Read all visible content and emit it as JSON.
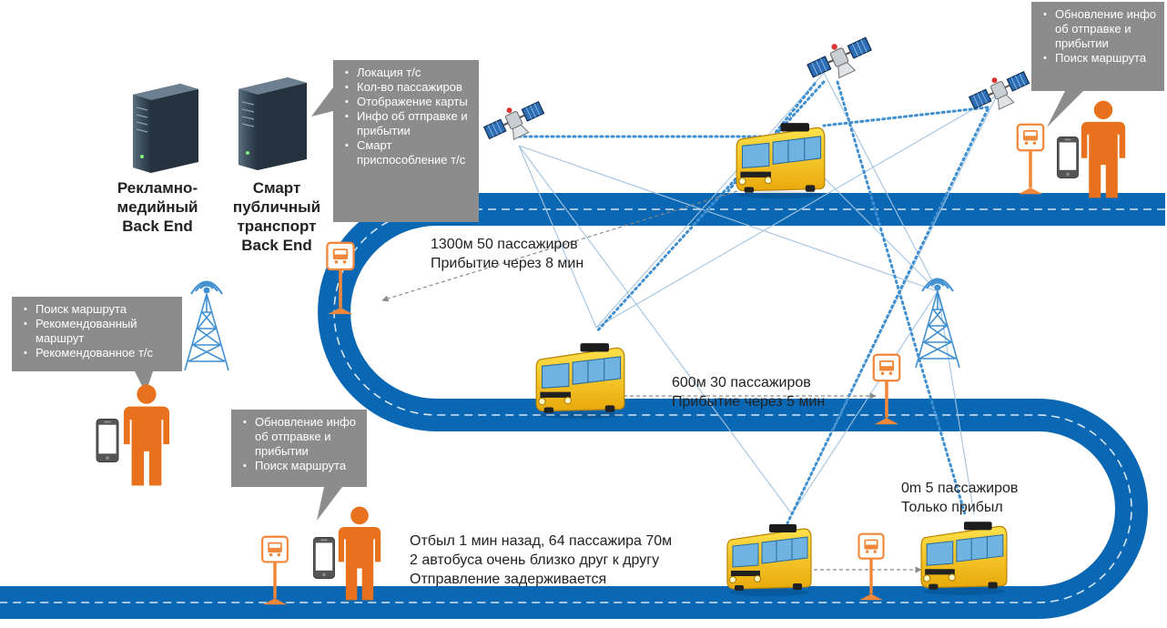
{
  "servers": [
    {
      "label_lines": [
        "Рекламно-",
        "медийный",
        "Back End"
      ]
    },
    {
      "label_lines": [
        "Смарт",
        "публичный",
        "транспорт",
        "Back End"
      ]
    }
  ],
  "callouts": {
    "backend": [
      "Локация т/с",
      "Кол-во пассажиров",
      "Отображение карты",
      "Инфо об отправке и прибытии",
      "Смарт приспособление т/с"
    ],
    "passenger_top_right": [
      "Обновление инфо об отправке и прибытии",
      "Поиск маршрута"
    ],
    "passenger_left": [
      "Поиск маршрута",
      "Рекомендованный маршрут",
      "Рекомендованное т/с"
    ],
    "passenger_bottom": [
      "Обновление инфо об отправке и прибытии",
      "Поиск маршрута"
    ]
  },
  "bus_info": {
    "top": [
      "1300м  50 пассажиров",
      "Прибытие через 8 мин"
    ],
    "middle": [
      "600м  30 пассажиров",
      "Прибытие через 5 мин"
    ],
    "right": [
      "0m 5 пассажиров",
      "Только прибыл"
    ],
    "bottom": [
      "Отбыл 1 мин назад, 64 пассажира  70м",
      "2 автобуса очень близко друг к другу",
      "Отправление задерживается"
    ]
  },
  "colors": {
    "road": "#0a67b4",
    "road_edge": "#d7e6f3",
    "dotted_link": "#3f8fd1",
    "thin_link": "#a3c3df",
    "person": "#e8711e",
    "callout_bg": "#8c8c8c",
    "server": "#3b4d5c",
    "bus": "#f5c518",
    "tower": "#3f8fd1",
    "stop": "#f0873a"
  },
  "icons": [
    "server-icon",
    "satellite-icon",
    "bus-icon",
    "person-icon",
    "smartphone-icon",
    "cell-tower-icon",
    "bus-stop-icon"
  ]
}
